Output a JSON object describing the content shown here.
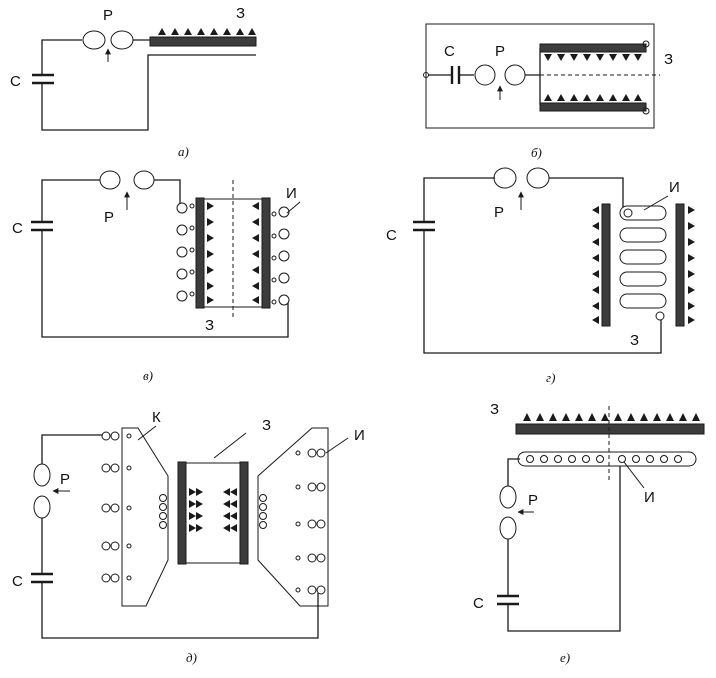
{
  "labels": {
    "capacitor": "С",
    "spark_gap": "Р",
    "workpiece": "З",
    "inductor": "И",
    "concentrator": "К"
  },
  "captions": {
    "a": "а)",
    "b": "б)",
    "v": "в)",
    "g": "г)",
    "d": "д)",
    "e": "е)"
  },
  "colors": {
    "ink": "#1a1a1a",
    "plate": "#3c3c3c",
    "background": "#ffffff"
  }
}
